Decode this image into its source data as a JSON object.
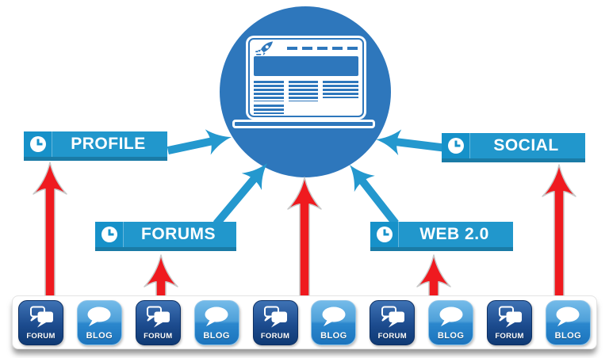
{
  "diagram": {
    "center": {
      "icon": "laptop-website-rocket-icon"
    },
    "tiers": {
      "profile": {
        "label": "PROFILE",
        "icon": "clock-icon"
      },
      "forums": {
        "label": "FORUMS",
        "icon": "clock-icon"
      },
      "web20": {
        "label": "WEB 2.0",
        "icon": "clock-icon"
      },
      "social": {
        "label": "SOCIAL",
        "icon": "clock-icon"
      }
    },
    "bottom_row": {
      "items": [
        {
          "type": "forum",
          "label": "FORUM"
        },
        {
          "type": "blog",
          "label": "BLOG"
        },
        {
          "type": "forum",
          "label": "FORUM"
        },
        {
          "type": "blog",
          "label": "BLOG"
        },
        {
          "type": "forum",
          "label": "FORUM"
        },
        {
          "type": "blog",
          "label": "BLOG"
        },
        {
          "type": "forum",
          "label": "FORUM"
        },
        {
          "type": "blog",
          "label": "BLOG"
        },
        {
          "type": "forum",
          "label": "FORUM"
        },
        {
          "type": "blog",
          "label": "BLOG"
        }
      ]
    },
    "connections": {
      "blue_arrows": [
        "profile-to-center",
        "forums-to-center",
        "web20-to-center",
        "social-to-center"
      ],
      "red_arrows": [
        "row-to-profile",
        "row-to-forums",
        "row-to-center",
        "row-to-web20",
        "row-to-social"
      ]
    }
  },
  "colors": {
    "circle_blue": "#2e77bc",
    "bar_blue": "#2197cc",
    "bar_edge": "#1a7ba6",
    "clock_cell": "#1691c9",
    "arrow_blue": "#2498ce",
    "arrow_red": "#ef1a1f",
    "arrow_red_outline": "#c9c9c9",
    "forum_top": "#3e72b4",
    "forum_bottom": "#0f3a74",
    "blog_top": "#74bbe9",
    "blog_bottom": "#1c74bd"
  }
}
